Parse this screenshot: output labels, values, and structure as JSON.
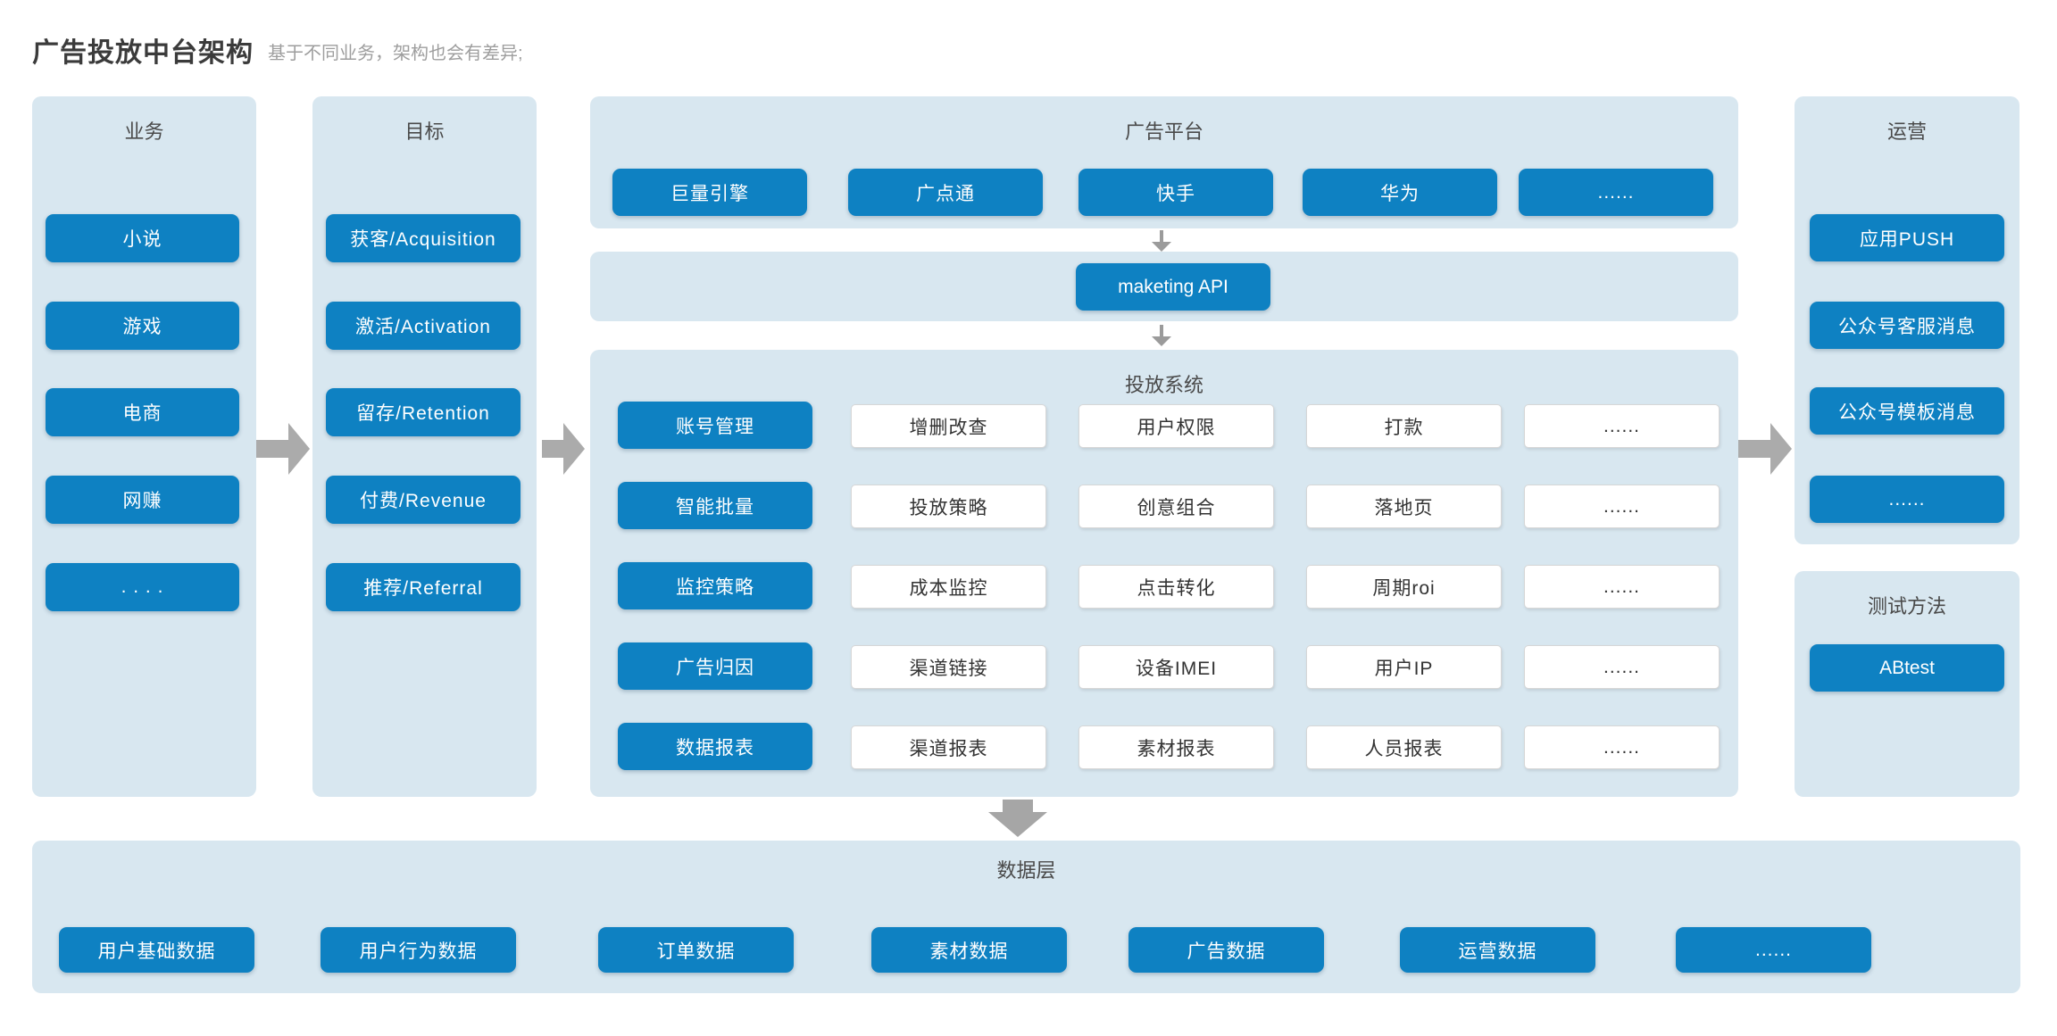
{
  "header": {
    "title": "广告投放中台架构",
    "subtitle": "基于不同业务，架构也会有差异;"
  },
  "colors": {
    "accent_blue": "#0e81c2",
    "panel_bg": "#d8e7f0",
    "arrow_gray": "#a9a9a9"
  },
  "panels": {
    "business": {
      "title": "业务",
      "items": [
        "小说",
        "游戏",
        "电商",
        "网赚",
        ". . . ."
      ]
    },
    "goal": {
      "title": "目标",
      "items": [
        "获客/Acquisition",
        "激活/Activation",
        "留存/Retention",
        "付费/Revenue",
        "推荐/Referral"
      ]
    },
    "ad_platform": {
      "title": "广告平台",
      "items": [
        "巨量引擎",
        "广点通",
        "快手",
        "华为",
        "......"
      ]
    },
    "api_band": {
      "button_label": "maketing API"
    },
    "delivery_system": {
      "title": "投放系统",
      "rows": [
        {
          "header": "账号管理",
          "cells": [
            "增删改查",
            "用户权限",
            "打款",
            "......"
          ]
        },
        {
          "header": "智能批量",
          "cells": [
            "投放策略",
            "创意组合",
            "落地页",
            "......"
          ]
        },
        {
          "header": "监控策略",
          "cells": [
            "成本监控",
            "点击转化",
            "周期roi",
            "......"
          ]
        },
        {
          "header": "广告归因",
          "cells": [
            "渠道链接",
            "设备IMEI",
            "用户IP",
            "......"
          ]
        },
        {
          "header": "数据报表",
          "cells": [
            "渠道报表",
            "素材报表",
            "人员报表",
            "......"
          ]
        }
      ]
    },
    "operations": {
      "title": "运营",
      "items": [
        "应用PUSH",
        "公众号客服消息",
        "公众号模板消息",
        "......"
      ]
    },
    "test_method": {
      "title": "测试方法",
      "items": [
        "ABtest"
      ]
    },
    "data_layer": {
      "title": "数据层",
      "items": [
        "用户基础数据",
        "用户行为数据",
        "订单数据",
        "素材数据",
        "广告数据",
        "运营数据",
        "......"
      ]
    }
  }
}
